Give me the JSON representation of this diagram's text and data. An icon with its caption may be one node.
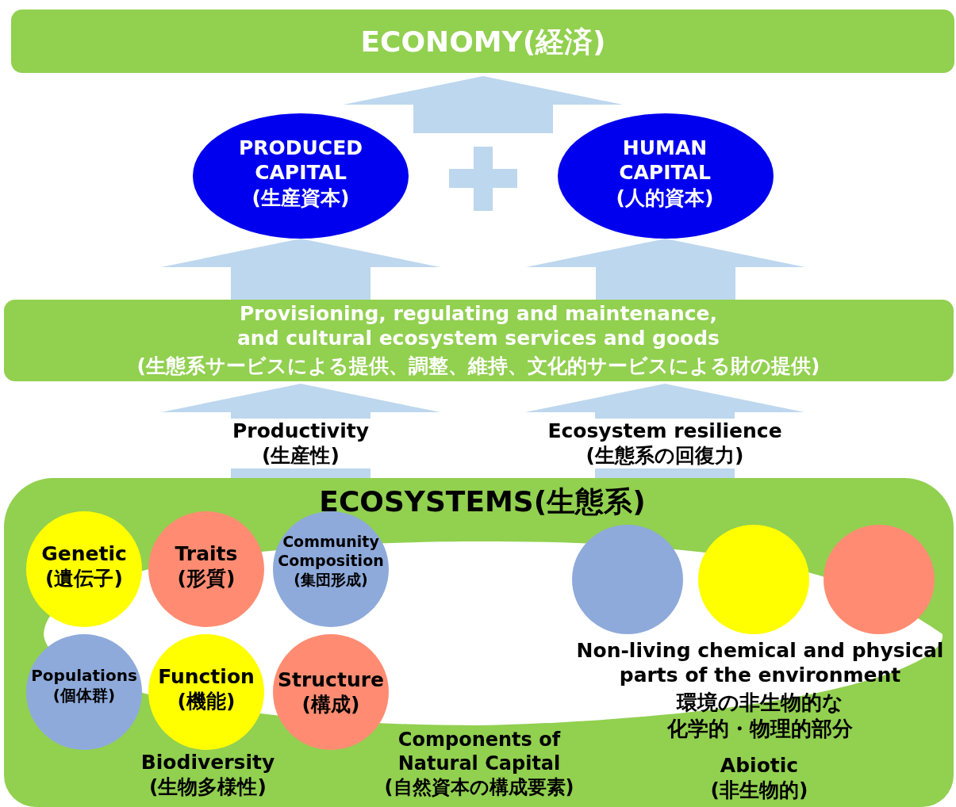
{
  "diagram": {
    "nodes": [
      {
        "text": [
          "ECONOMY(経済)"
        ]
      },
      {
        "text": [
          "PRODUCED CAPITAL (生産資本)"
        ]
      },
      {
        "text": [
          "HUMAN CAPITAL (人的資本)"
        ]
      },
      {
        "text": [
          "Provisioning, regulating and maintenance, and cultural ecosystem services and goods",
          "(生態系サービスによる提供、調整、維持、文化的サービスによる財の提供)"
        ]
      },
      {
        "text": [
          "ECOSYSTEMS(生態系)",
          "Non-living chemical and physical parts of the environment",
          "環境の非生物的な化学的・物理的部分",
          "Components of Natural Capital (自然資本の構成要素)",
          "Biodiversity (生物多様性)",
          "Abiotic (非生物的)"
        ]
      },
      {
        "text": [
          "Genetic (遺伝子)"
        ],
        "in": 4
      },
      {
        "text": [
          "Traits (形質)"
        ],
        "in": 4
      },
      {
        "text": [
          "Community Composition (集団形成)"
        ],
        "in": 4
      },
      {
        "text": [
          "Populations (個体群)"
        ],
        "in": 4
      },
      {
        "text": [
          "Function (機能)"
        ],
        "in": 4
      },
      {
        "text": [
          "Structure (構成)"
        ],
        "in": 4
      },
      {
        "text": [],
        "shape": "circle",
        "in": 4
      },
      {
        "text": [],
        "shape": "circle",
        "in": 4
      },
      {
        "text": [],
        "shape": "circle",
        "in": 4
      }
    ],
    "edges": [
      {
        "from": 1,
        "to": 0,
        "arrow": "to"
      },
      {
        "from": 2,
        "to": 0,
        "arrow": "to"
      },
      {
        "from": 3,
        "to": 1,
        "arrow": "to"
      },
      {
        "from": 3,
        "to": 2,
        "arrow": "to"
      },
      {
        "from": 4,
        "to": 3,
        "arrow": "to",
        "label": "Productivity (生産性)"
      },
      {
        "from": 4,
        "to": 3,
        "arrow": "to",
        "label": "Ecosystem resilience (生態系の回復力)"
      }
    ]
  }
}
